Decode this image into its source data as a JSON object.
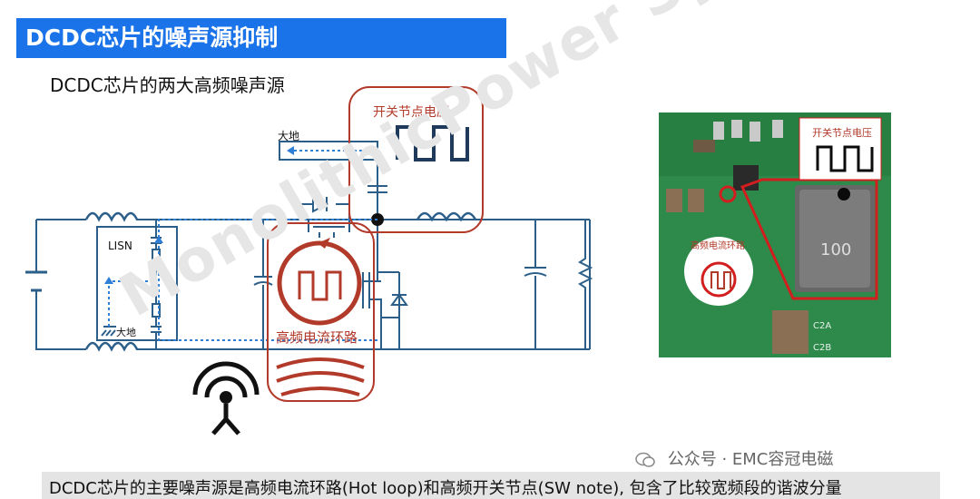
{
  "header": {
    "title": "DCDC芯片的噪声源抑制"
  },
  "subtitle": "DCDC芯片的两大高频噪声源",
  "watermark": "MonolithicPower Systems",
  "circuit": {
    "ground_label_top": "大地",
    "lisn_label": "LISN",
    "ground_label_lisn": "大地",
    "sw_node_label": "开关节点电压",
    "hot_loop_label": "高频电流环路"
  },
  "pcb": {
    "sw_node_label": "开关节点电压",
    "hot_loop_label": "高频电流环路",
    "inductor_marking": "100",
    "cap_labels": [
      "C2A",
      "C2B"
    ]
  },
  "account": {
    "text": "公众号 · EMC容冠电磁"
  },
  "footer": {
    "text": "DCDC芯片的主要噪声源是高频电流环路(Hot loop)和高频开关节点(SW note), 包含了比较宽频段的谐波分量"
  },
  "colors": {
    "title_bar": "#1a73e8",
    "circuit_line": "#2b5f8a",
    "highlight": "#b23a2a",
    "pcb_green": "#2d8a4a"
  }
}
